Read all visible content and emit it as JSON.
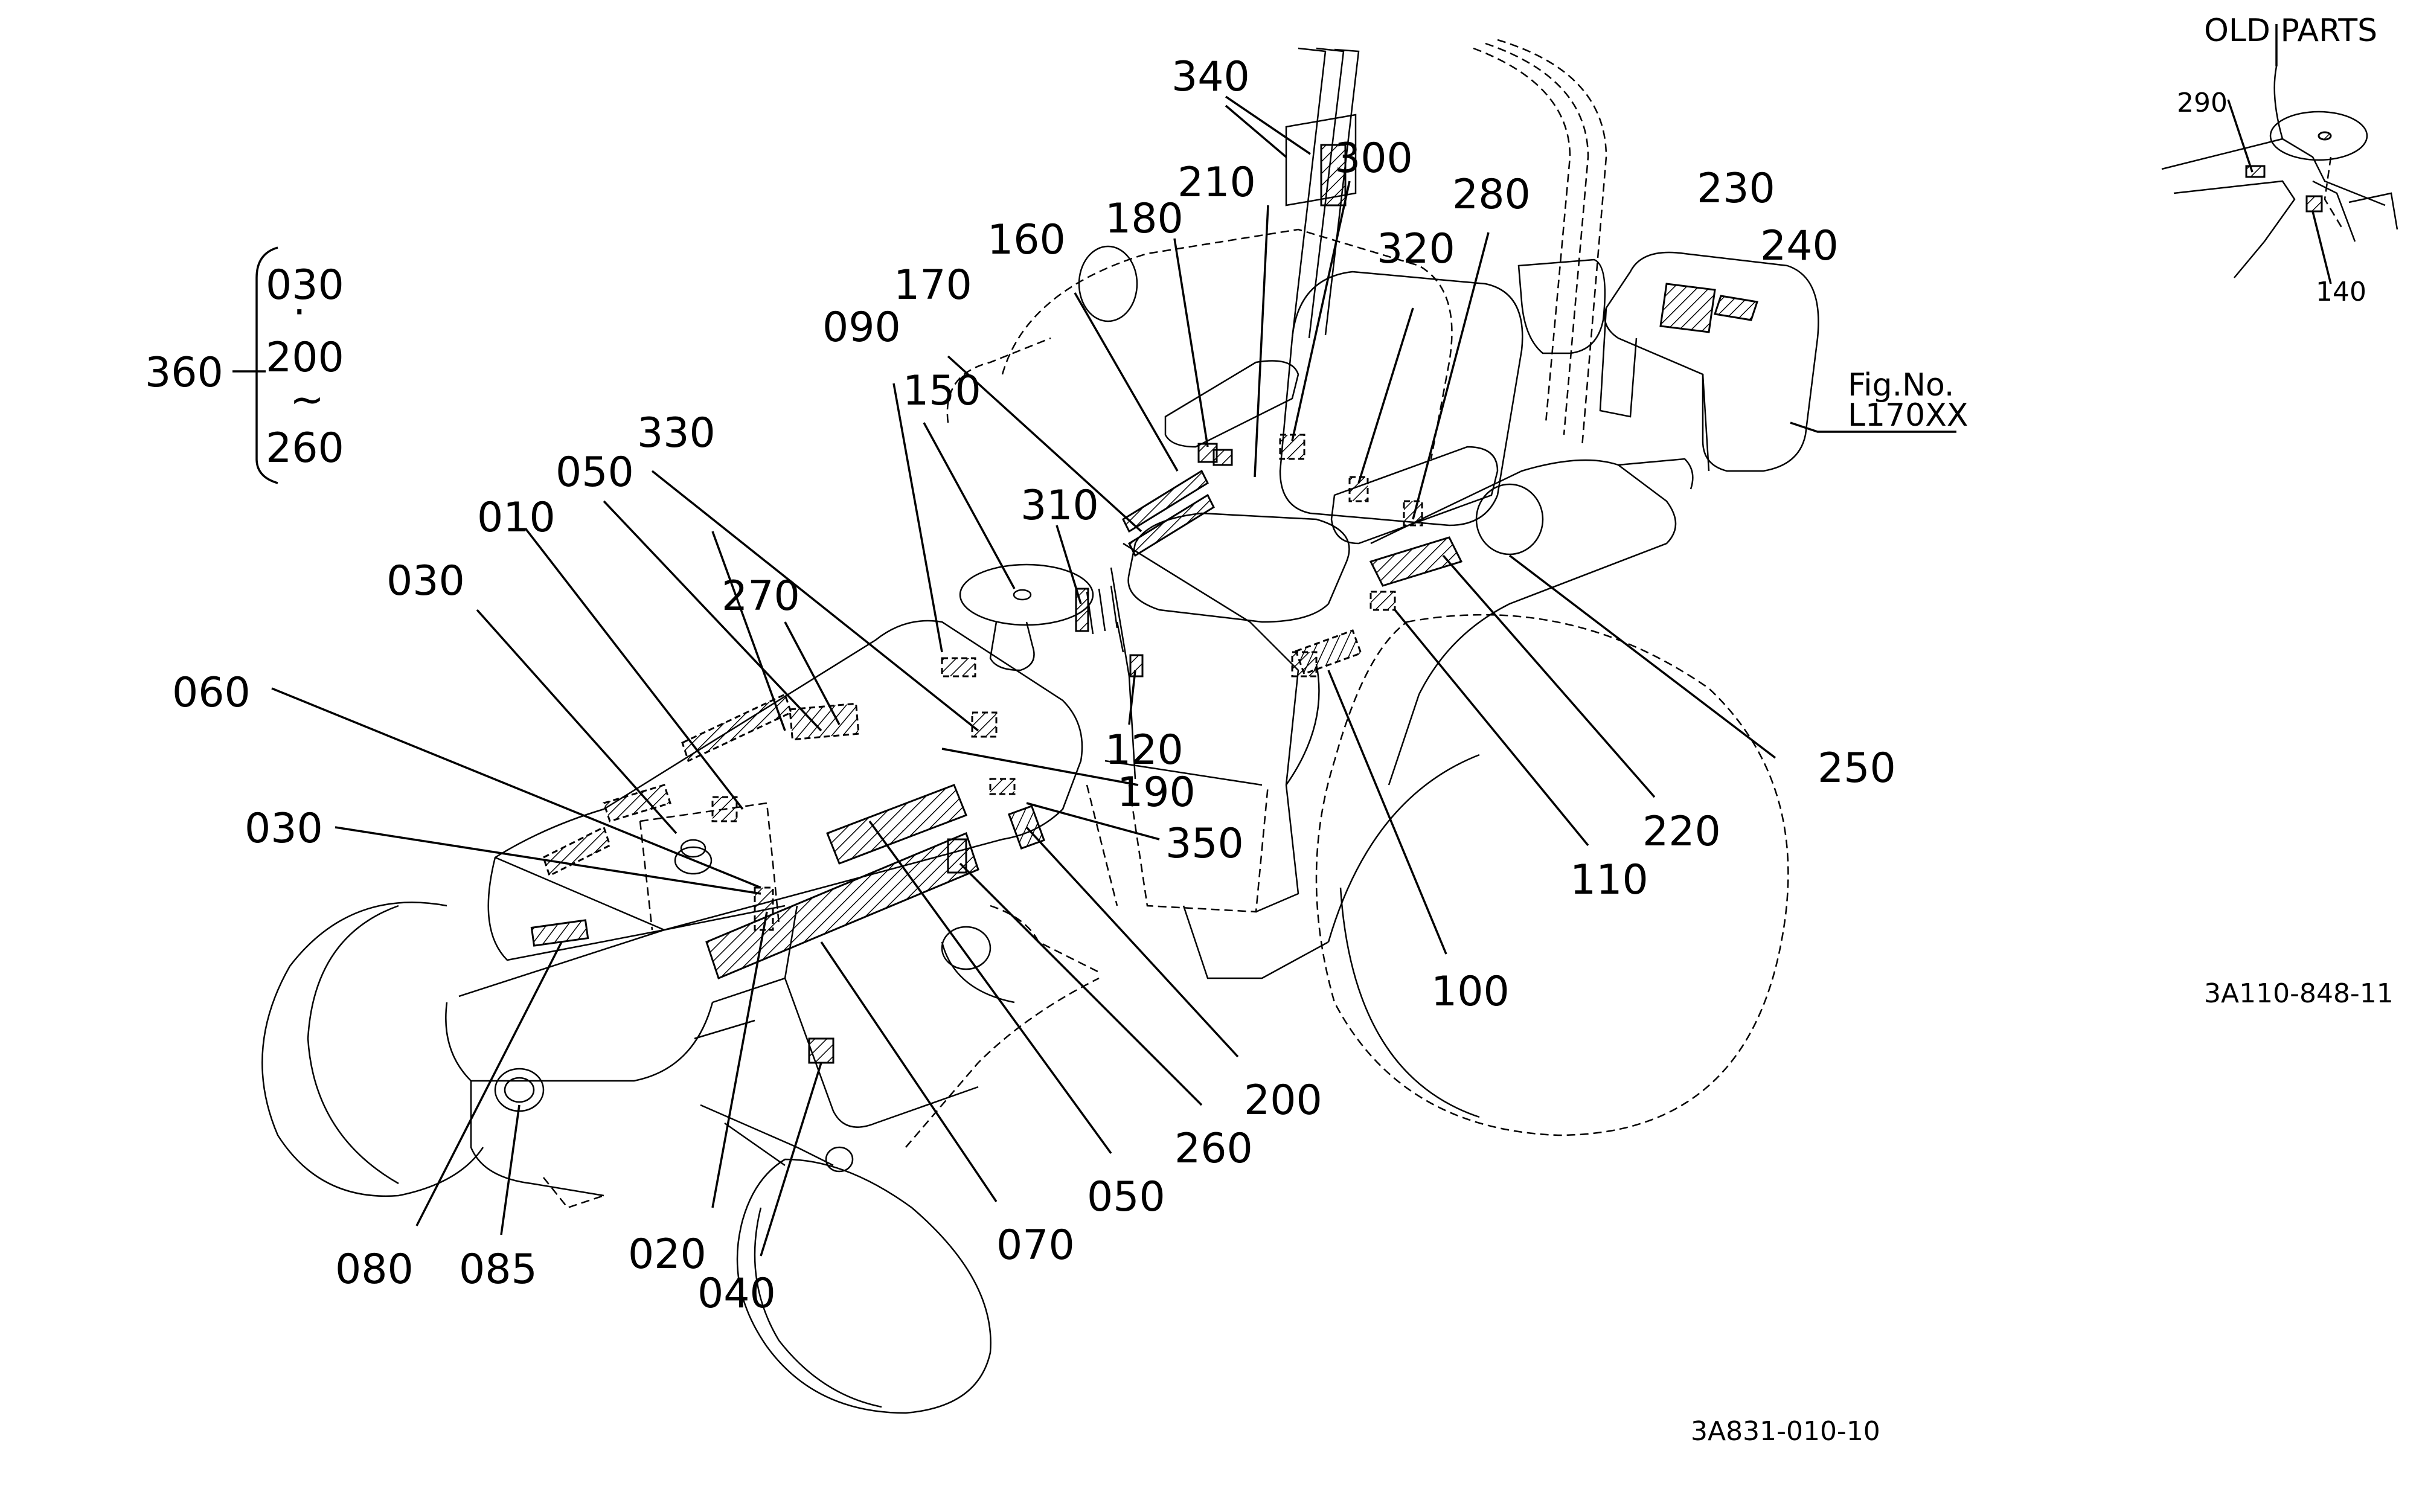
{
  "callouts": [
    {
      "id": "c340",
      "label": "340"
    },
    {
      "id": "c210",
      "label": "210"
    },
    {
      "id": "c300",
      "label": "300"
    },
    {
      "id": "c180",
      "label": "180"
    },
    {
      "id": "c280",
      "label": "280"
    },
    {
      "id": "c160",
      "label": "160"
    },
    {
      "id": "c320",
      "label": "320"
    },
    {
      "id": "c170",
      "label": "170"
    },
    {
      "id": "c230",
      "label": "230"
    },
    {
      "id": "c240",
      "label": "240"
    },
    {
      "id": "c090",
      "label": "090"
    },
    {
      "id": "c150",
      "label": "150"
    },
    {
      "id": "c330",
      "label": "330"
    },
    {
      "id": "c050a",
      "label": "050"
    },
    {
      "id": "c010",
      "label": "010"
    },
    {
      "id": "c310",
      "label": "310"
    },
    {
      "id": "c030a",
      "label": "030"
    },
    {
      "id": "c270",
      "label": "270"
    },
    {
      "id": "c060",
      "label": "060"
    },
    {
      "id": "c120",
      "label": "120"
    },
    {
      "id": "c190",
      "label": "190"
    },
    {
      "id": "c250",
      "label": "250"
    },
    {
      "id": "c030b",
      "label": "030"
    },
    {
      "id": "c350",
      "label": "350"
    },
    {
      "id": "c220",
      "label": "220"
    },
    {
      "id": "c110",
      "label": "110"
    },
    {
      "id": "c100",
      "label": "100"
    },
    {
      "id": "c200",
      "label": "200"
    },
    {
      "id": "c260",
      "label": "260"
    },
    {
      "id": "c050b",
      "label": "050"
    },
    {
      "id": "c070",
      "label": "070"
    },
    {
      "id": "c080",
      "label": "080"
    },
    {
      "id": "c085",
      "label": "085"
    },
    {
      "id": "c020",
      "label": "020"
    },
    {
      "id": "c040",
      "label": "040"
    }
  ],
  "group_callout": {
    "parent": "360",
    "first": "030",
    "dot": "·",
    "middle": "200",
    "tilde": "~",
    "last": "260"
  },
  "fig_ref": {
    "line1": "Fig.No.",
    "line2": "L170XX"
  },
  "inset": {
    "title": "OLD PARTS",
    "label_a": "290",
    "label_b": "140",
    "code": "3A110-848-11"
  },
  "drawing_code": "3A831-010-10"
}
